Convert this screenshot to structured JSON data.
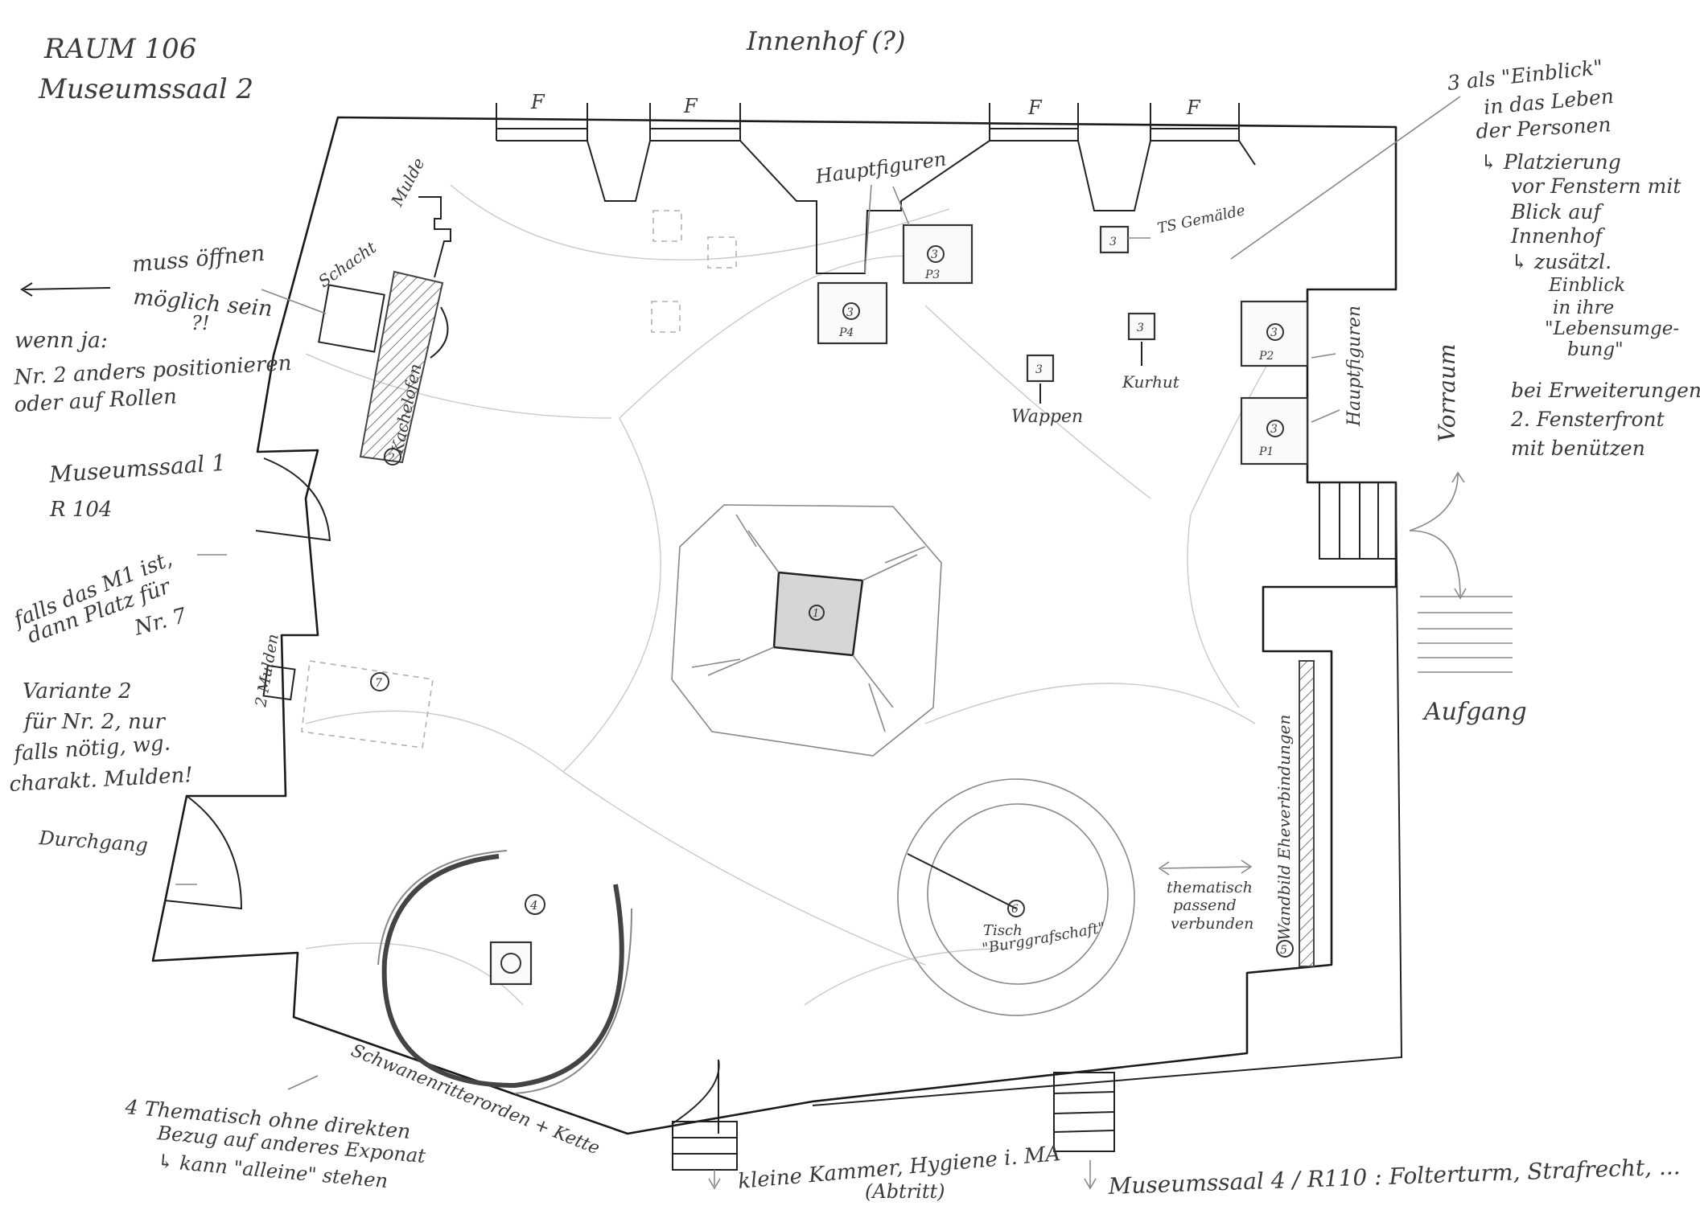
{
  "header": {
    "room": "RAUM 106",
    "hall": "Museumssaal 2"
  },
  "top": {
    "courtyard": "Innenhof (?)",
    "window": "F"
  },
  "labels": {
    "mulde": "Mulde",
    "schacht": "Schacht",
    "kachelofen": "Kachelofen",
    "hauptfiguren": "Hauptfiguren",
    "ts_gemaelde": "TS Gemälde",
    "kurhut": "Kurhut",
    "wappen": "Wappen",
    "p1": "P1",
    "p2": "P2",
    "p3": "P3",
    "p4": "P4",
    "n1": "1",
    "n2": "2",
    "n3": "3",
    "n4": "4",
    "n5": "5",
    "n6": "6",
    "n7": "7",
    "zwei_mulden": "2 Mulden",
    "tisch": "Tisch",
    "burggrafschaft": "\"Burggrafschaft\"",
    "wandbild": "Wandbild Eheverbindungen",
    "thematisch_verbunden": [
      "thematisch",
      "passend",
      "verbunden"
    ],
    "vorraum": "Vorraum",
    "aufgang": "Aufgang",
    "schwanenritter": "Schwanenritterorden + Kette"
  },
  "left_notes": {
    "muss_oeffnen": [
      "muss öffnen",
      "möglich sein",
      "?!"
    ],
    "wenn_ja": [
      "wenn ja:",
      "Nr. 2 anders positionieren",
      "oder auf Rollen"
    ],
    "museumssaal1": [
      "Museumssaal 1",
      "R 104"
    ],
    "falls_m1": [
      "falls das M1 ist,",
      "dann Platz für",
      "Nr. 7"
    ],
    "variante2": [
      "Variante 2",
      "für Nr. 2, nur",
      "falls nötig, wg.",
      "charakt. Mulden!"
    ],
    "durchgang": "Durchgang"
  },
  "right_notes": {
    "einblick": [
      "3 als \"Einblick\"",
      "in das Leben",
      "der Personen",
      "↳ Platzierung",
      "vor Fenstern mit",
      "Blick auf",
      "Innenhof",
      "↳ zusätzl.",
      "Einblick",
      "in ihre",
      "\"Lebensumge-",
      "bung\""
    ],
    "erweiterungen": [
      "bei Erweiterungen:",
      "2. Fensterfront",
      "mit benützen"
    ]
  },
  "bottom_notes": {
    "thematisch4": [
      "4 Thematisch ohne direkten",
      "Bezug auf anderes Exponat",
      "↳ kann \"alleine\" stehen"
    ],
    "kammer": [
      "kleine Kammer, Hygiene i. MA",
      "(Abtritt)"
    ],
    "museumssaal4": "Museumssaal 4 / R110 : Folterturm, Strafrecht, ..."
  }
}
